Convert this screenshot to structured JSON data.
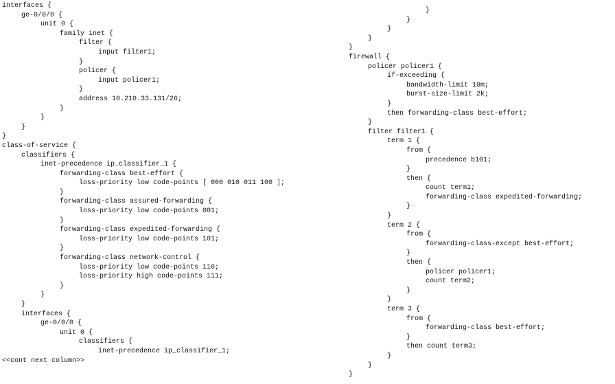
{
  "left": {
    "lines": [
      {
        "text": "interfaces {",
        "depth": 0
      },
      {
        "text": "ge-0/0/0 {",
        "depth": 1
      },
      {
        "text": "unit 0 {",
        "depth": 2
      },
      {
        "text": "family inet {",
        "depth": 3
      },
      {
        "text": "filter {",
        "depth": 4
      },
      {
        "text": "input filter1;",
        "depth": 5
      },
      {
        "text": "}",
        "depth": 4
      },
      {
        "text": "policer {",
        "depth": 4
      },
      {
        "text": "input policer1;",
        "depth": 5
      },
      {
        "text": "}",
        "depth": 4
      },
      {
        "text": "address 10.210.33.131/26;",
        "depth": 4
      },
      {
        "text": "}",
        "depth": 3
      },
      {
        "text": "}",
        "depth": 2
      },
      {
        "text": "}",
        "depth": 1
      },
      {
        "text": "}",
        "depth": 0
      },
      {
        "text": "class-of-service {",
        "depth": 0
      },
      {
        "text": "classifiers {",
        "depth": 1
      },
      {
        "text": "inet-precedence ip_classifier_1 {",
        "depth": 2
      },
      {
        "text": "forwarding-class best-effort {",
        "depth": 3
      },
      {
        "text": "loss-priority low code-points [ 000 010 011 100 ];",
        "depth": 4
      },
      {
        "text": "}",
        "depth": 3
      },
      {
        "text": "forwarding-class assured-forwarding {",
        "depth": 3
      },
      {
        "text": "loss-priority low code-points 001;",
        "depth": 4
      },
      {
        "text": "}",
        "depth": 3
      },
      {
        "text": "forwarding-class expedited-forwarding {",
        "depth": 3
      },
      {
        "text": "loss-priority low code-points 101;",
        "depth": 4
      },
      {
        "text": "}",
        "depth": 3
      },
      {
        "text": "forwarding-class network-control {",
        "depth": 3
      },
      {
        "text": "loss-priority low code-points 110;",
        "depth": 4
      },
      {
        "text": "loss-priority high code-points 111;",
        "depth": 4
      },
      {
        "text": "}",
        "depth": 3
      },
      {
        "text": "}",
        "depth": 2
      },
      {
        "text": "}",
        "depth": 1
      },
      {
        "text": "interfaces {",
        "depth": 1
      },
      {
        "text": "ge-0/0/0 {",
        "depth": 2
      },
      {
        "text": "unit 0 {",
        "depth": 3
      },
      {
        "text": "classifiers {",
        "depth": 4
      },
      {
        "text": "inet-precedence ip_classifier_1;",
        "depth": 5
      },
      {
        "text": "<<cont next column>>",
        "depth": 0
      }
    ]
  },
  "right": {
    "lines": [
      {
        "text": "}",
        "depth": 4
      },
      {
        "text": "}",
        "depth": 3
      },
      {
        "text": "}",
        "depth": 2
      },
      {
        "text": "}",
        "depth": 1
      },
      {
        "text": "}",
        "depth": 0
      },
      {
        "text": "firewall {",
        "depth": 0
      },
      {
        "text": "policer policer1 {",
        "depth": 1
      },
      {
        "text": "if-exceeding {",
        "depth": 2
      },
      {
        "text": "bandwidth-limit 10m;",
        "depth": 3
      },
      {
        "text": "burst-size-limit 2k;",
        "depth": 3
      },
      {
        "text": "}",
        "depth": 2
      },
      {
        "text": "then forwarding-class best-effort;",
        "depth": 2
      },
      {
        "text": "}",
        "depth": 1
      },
      {
        "text": "filter filter1 {",
        "depth": 1
      },
      {
        "text": "term 1 {",
        "depth": 2
      },
      {
        "text": "from {",
        "depth": 3
      },
      {
        "text": "precedence b101;",
        "depth": 4
      },
      {
        "text": "}",
        "depth": 3
      },
      {
        "text": "then {",
        "depth": 3
      },
      {
        "text": "count term1;",
        "depth": 4
      },
      {
        "text": "forwarding-class expedited-forwarding;",
        "depth": 4
      },
      {
        "text": "}",
        "depth": 3
      },
      {
        "text": "}",
        "depth": 2
      },
      {
        "text": "term 2 {",
        "depth": 2
      },
      {
        "text": "from {",
        "depth": 3
      },
      {
        "text": "forwarding-class-except best-effort;",
        "depth": 4
      },
      {
        "text": "}",
        "depth": 3
      },
      {
        "text": "then {",
        "depth": 3
      },
      {
        "text": "policer policer1;",
        "depth": 4
      },
      {
        "text": "count term2;",
        "depth": 4
      },
      {
        "text": "}",
        "depth": 3
      },
      {
        "text": "}",
        "depth": 2
      },
      {
        "text": "term 3 {",
        "depth": 2
      },
      {
        "text": "from {",
        "depth": 3
      },
      {
        "text": "forwarding-class best-effort;",
        "depth": 4
      },
      {
        "text": "}",
        "depth": 3
      },
      {
        "text": "then count term3;",
        "depth": 3
      },
      {
        "text": "}",
        "depth": 2
      },
      {
        "text": "}",
        "depth": 1
      },
      {
        "text": "}",
        "depth": 0
      }
    ]
  }
}
